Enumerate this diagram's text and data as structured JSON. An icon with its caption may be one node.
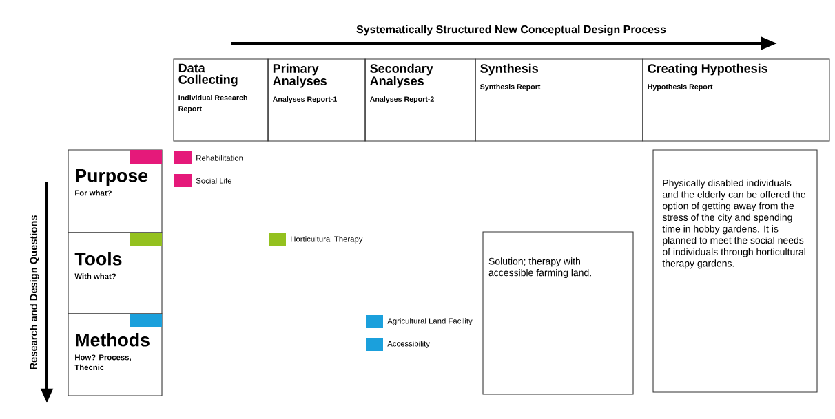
{
  "diagram": {
    "title": "Systematically Structured New Conceptual Design Process",
    "nodes": [
      {
        "text": [
          "Data Collecting",
          "Individual Research Report"
        ]
      },
      {
        "text": [
          "Primary Analyses",
          "Analyses Report-1"
        ]
      },
      {
        "text": [
          "Secondary Analyses",
          "Analyses Report-2"
        ]
      },
      {
        "text": [
          "Synthesis",
          "Synthesis Report"
        ]
      },
      {
        "text": [
          "Creating Hypothesis",
          "Hypothesis Report"
        ]
      },
      {
        "text": [
          "Purpose",
          "For what?"
        ]
      },
      {
        "text": [
          "Tools",
          "With what?"
        ]
      },
      {
        "text": [
          "Methods",
          "How? Process, Thecnic"
        ]
      },
      {
        "text": [
          "Solution; therapy with accessible farming land."
        ]
      },
      {
        "text": [
          "Physically disabled individuals and the elderly can be offered the option of getting away from the stress of the city and spending time in hobby gardens. It is planned to meet the social needs of individuals through horticultural therapy gardens."
        ]
      }
    ],
    "labels": [
      "Research and Design Questions"
    ],
    "legend": [
      {
        "text": "Rehabilitation",
        "color": "#e5197a"
      },
      {
        "text": "Social Life",
        "color": "#e5197a"
      },
      {
        "text": "Horticultural Therapy",
        "color": "#94c11f"
      },
      {
        "text": "Agricultural Land Facility",
        "color": "#1ba0dc"
      },
      {
        "text": "Accessibility",
        "color": "#1ba0dc"
      }
    ]
  }
}
